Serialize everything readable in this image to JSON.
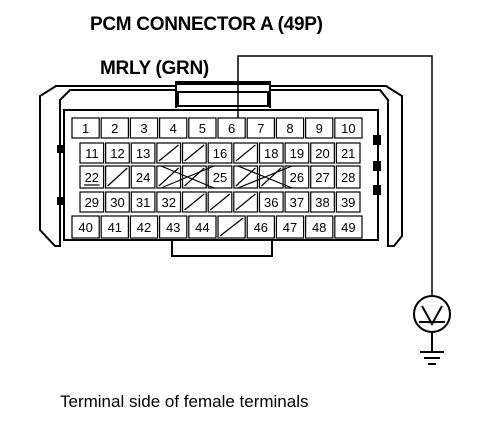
{
  "title": "PCM CONNECTOR A (49P)",
  "wire_label": "MRLY (GRN)",
  "caption": "Terminal side of female terminals",
  "connector": {
    "rows": [
      [
        "1",
        "2",
        "3",
        "4",
        "5",
        "6",
        "7",
        "8",
        "9",
        "10"
      ],
      [
        "11",
        "12",
        "13",
        "",
        "",
        "16",
        "",
        "18",
        "19",
        "20",
        "21"
      ],
      [
        "22",
        "",
        "24",
        "",
        "",
        "25",
        "",
        "",
        "26",
        "27",
        "28"
      ],
      [
        "29",
        "30",
        "31",
        "32",
        "",
        "",
        "",
        "36",
        "37",
        "38",
        "39"
      ],
      [
        "40",
        "41",
        "42",
        "43",
        "44",
        "",
        "46",
        "47",
        "48",
        "49"
      ]
    ],
    "highlighted_terminal": "6"
  },
  "meter_icon": "voltmeter-icon",
  "ground_icon": "ground-icon"
}
